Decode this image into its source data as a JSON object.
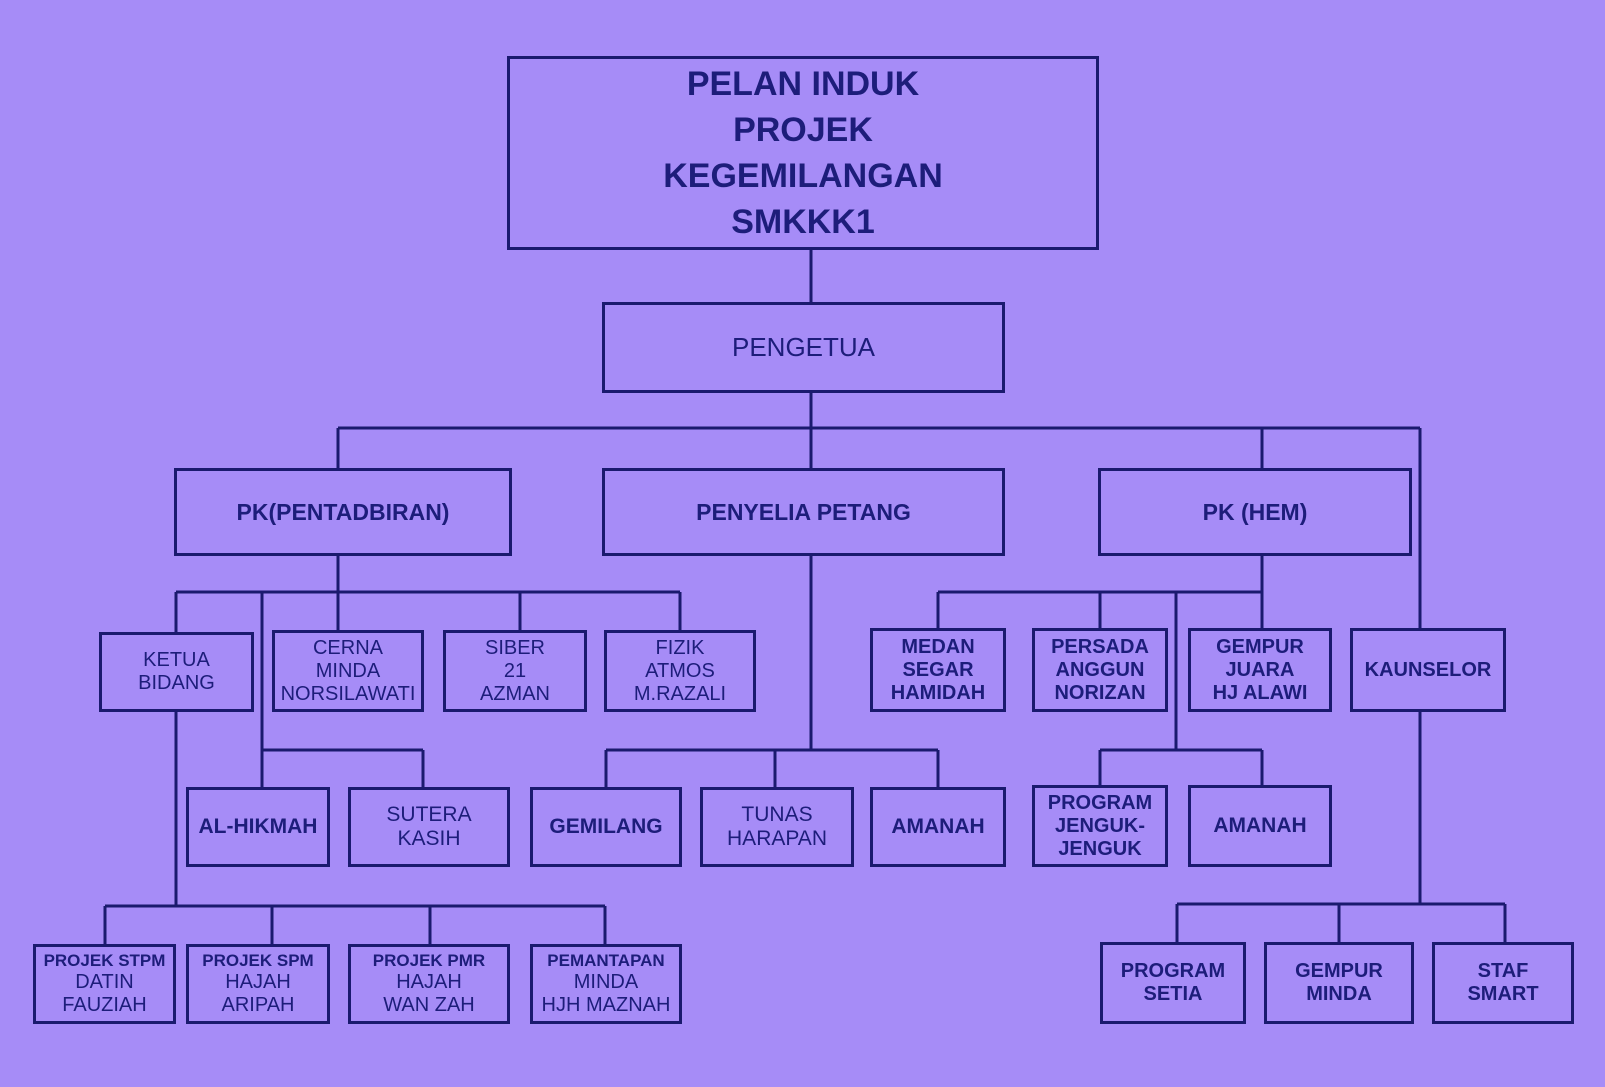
{
  "title": [
    "PELAN INDUK",
    "PROJEK",
    "KEGEMILANGAN",
    "SMKKK1"
  ],
  "pengetua": "PENGETUA",
  "pk_pentadbiran": "PK(PENTADBIRAN)",
  "penyelia_petang": "PENYELIA PETANG",
  "pk_hem": "PK (HEM)",
  "ketua_bidang": [
    "KETUA",
    "BIDANG"
  ],
  "cerna_minda": [
    "CERNA",
    "MINDA",
    "NORSILAWATI"
  ],
  "siber_21": [
    "SIBER",
    "21",
    "AZMAN"
  ],
  "fizik_atmos": [
    "FIZIK",
    "ATMOS",
    "M.RAZALI"
  ],
  "al_hikmah": "AL-HIKMAH",
  "sutera_kasih": [
    "SUTERA",
    "KASIH"
  ],
  "projek_stpm": [
    "PROJEK STPM",
    "DATIN",
    "FAUZIAH"
  ],
  "projek_spm": [
    "PROJEK SPM",
    "HAJAH",
    "ARIPAH"
  ],
  "projek_pmr": [
    "PROJEK PMR",
    "HAJAH",
    "WAN ZAH"
  ],
  "pemantapan_minda": [
    "PEMANTAPAN",
    "MINDA",
    "HJH MAZNAH"
  ],
  "gemilang": "GEMILANG",
  "tunas_harapan": [
    "TUNAS",
    "HARAPAN"
  ],
  "amanah_petang": "AMANAH",
  "medan_segar": [
    "MEDAN",
    "SEGAR",
    "HAMIDAH"
  ],
  "persada_anggun": [
    "PERSADA",
    "ANGGUN",
    "NORIZAN"
  ],
  "gempur_juara": [
    "GEMPUR",
    "JUARA",
    "HJ ALAWI"
  ],
  "kaunselor": "KAUNSELOR",
  "program_jenguk": [
    "PROGRAM",
    "JENGUK-",
    "JENGUK"
  ],
  "amanah_hem": "AMANAH",
  "program_setia": [
    "PROGRAM",
    "SETIA"
  ],
  "gempur_minda": [
    "GEMPUR",
    "MINDA"
  ],
  "staf_smart": [
    "STAF",
    "SMART"
  ]
}
